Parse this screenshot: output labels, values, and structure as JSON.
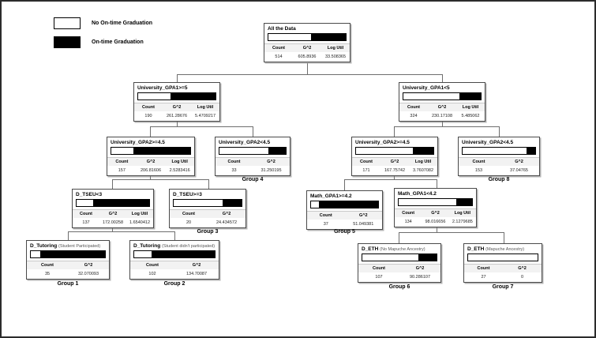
{
  "legend": {
    "items": [
      {
        "name": "no-ontime-graduation",
        "label": "No On-time Graduation",
        "color": "#ffffff"
      },
      {
        "name": "ontime-graduation",
        "label": "On-time Graduation",
        "color": "#000000"
      }
    ]
  },
  "columns": {
    "count": "Count",
    "g2": "G^2",
    "logutil": "Log Util"
  },
  "nodes": {
    "root": {
      "title": "All the Data",
      "sub": "",
      "white_pct": 55,
      "count": "514",
      "g2": "605.8936",
      "logutil": "33.508365"
    },
    "gpa1_ge5": {
      "title": "University_GPA1>=5",
      "sub": "",
      "white_pct": 42,
      "count": "190",
      "g2": "261.28676",
      "logutil": "5.4709217"
    },
    "gpa1_lt5": {
      "title": "University_GPA1<5",
      "sub": "",
      "white_pct": 72,
      "count": "324",
      "g2": "230.17108",
      "logutil": "5.485062"
    },
    "l_gpa2_ge": {
      "title": "University_GPA2>=4.5",
      "sub": "",
      "white_pct": 28,
      "count": "157",
      "g2": "206.81606",
      "logutil": "2.5283416"
    },
    "l_gpa2_lt": {
      "title": "University_GPA2<4.5",
      "sub": "",
      "white_pct": 74,
      "count": "33",
      "g2": "31.250195",
      "logutil": ""
    },
    "r_gpa2_ge": {
      "title": "University_GPA2>=4.5",
      "sub": "",
      "white_pct": 73,
      "count": "171",
      "g2": "167.75742",
      "logutil": "3.7607082"
    },
    "r_gpa2_lt": {
      "title": "University_GPA2<4.5",
      "sub": "",
      "white_pct": 88,
      "count": "153",
      "g2": "37.04765",
      "logutil": ""
    },
    "tseu_lt3": {
      "title": "D_TSEU<3",
      "sub": "",
      "white_pct": 23,
      "count": "137",
      "g2": "172.00258",
      "logutil": "1.6540412"
    },
    "tseu_ge3": {
      "title": "D_TSEU>=3",
      "sub": "",
      "white_pct": 72,
      "count": "20",
      "g2": "24.434572",
      "logutil": ""
    },
    "math_ge": {
      "title": "Math_GPA1>=4.2",
      "sub": "",
      "white_pct": 12,
      "count": "37",
      "g2": "51.049381",
      "logutil": ""
    },
    "math_lt": {
      "title": "Math_GPA1<4.2",
      "sub": "",
      "white_pct": 78,
      "count": "134",
      "g2": "98.016656",
      "logutil": "2.1279685"
    },
    "tut_yes": {
      "title": "D_Tutoring",
      "sub": "(Student Participated)",
      "white_pct": 13,
      "count": "35",
      "g2": "32.070093",
      "logutil": ""
    },
    "tut_no": {
      "title": "D_Tutoring",
      "sub": "(Student didn't participated)",
      "white_pct": 22,
      "count": "102",
      "g2": "134.70087",
      "logutil": ""
    },
    "eth_no": {
      "title": "D_ETH",
      "sub": "(No Mapuche Ancestry)",
      "white_pct": 76,
      "count": "107",
      "g2": "90.286107",
      "logutil": ""
    },
    "eth_yes": {
      "title": "D_ETH",
      "sub": "(Mapuche Ancestry)",
      "white_pct": 100,
      "count": "27",
      "g2": "0",
      "logutil": ""
    }
  },
  "groups": {
    "g1": "Group 1",
    "g2": "Group 2",
    "g3": "Group 3",
    "g4": "Group 4",
    "g5": "Group 5",
    "g6": "Group 6",
    "g7": "Group 7",
    "g8": "Group 8"
  }
}
